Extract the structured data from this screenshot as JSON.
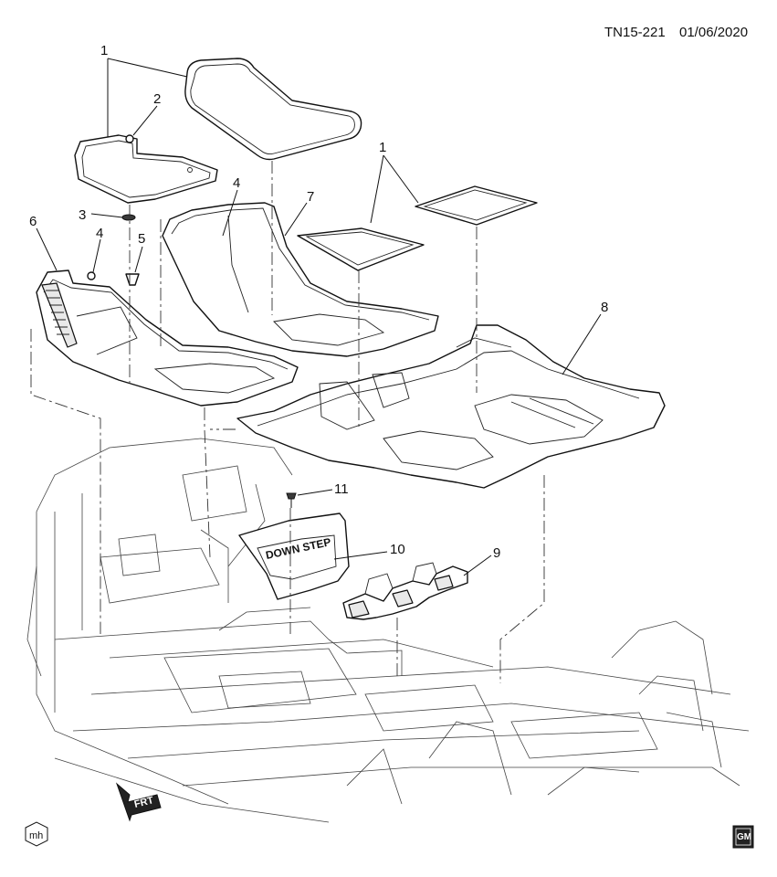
{
  "header": {
    "code": "TN15-221",
    "date": "01/06/2020"
  },
  "callouts": [
    {
      "id": "c1a",
      "label": "1"
    },
    {
      "id": "c2",
      "label": "2"
    },
    {
      "id": "c3",
      "label": "3"
    },
    {
      "id": "c4a",
      "label": "4"
    },
    {
      "id": "c5",
      "label": "5"
    },
    {
      "id": "c6",
      "label": "6"
    },
    {
      "id": "c4b",
      "label": "4"
    },
    {
      "id": "c7",
      "label": "7"
    },
    {
      "id": "c1b",
      "label": "1"
    },
    {
      "id": "c8",
      "label": "8"
    },
    {
      "id": "c11",
      "label": "11"
    },
    {
      "id": "c10",
      "label": "10"
    },
    {
      "id": "c9",
      "label": "9"
    }
  ],
  "front_arrow": {
    "label": "FRT"
  },
  "step_label": "DOWN STEP",
  "footer": {
    "logo_left": "mh",
    "logo_right": "GM"
  }
}
